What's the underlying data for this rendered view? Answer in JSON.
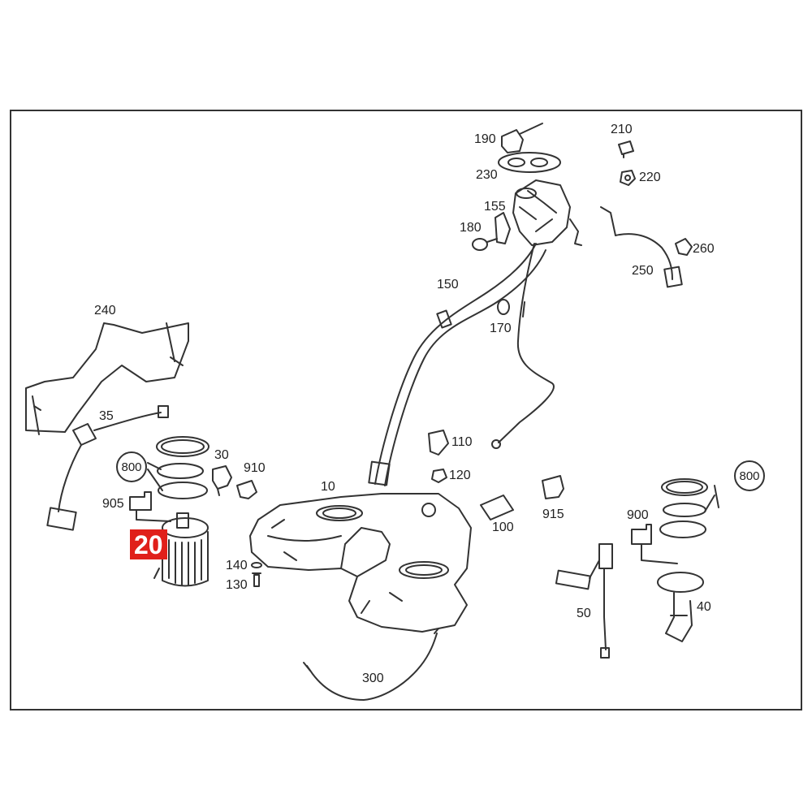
{
  "highlighted_part": "20",
  "callouts": {
    "c10": "10",
    "c30": "30",
    "c35": "35",
    "c40": "40",
    "c50": "50",
    "c100": "100",
    "c110": "110",
    "c120": "120",
    "c130": "130",
    "c140": "140",
    "c150": "150",
    "c155": "155",
    "c170": "170",
    "c180": "180",
    "c190": "190",
    "c210": "210",
    "c220": "220",
    "c230": "230",
    "c240": "240",
    "c250": "250",
    "c260": "260",
    "c300": "300",
    "c800a": "800",
    "c800b": "800",
    "c900": "900",
    "c905": "905",
    "c910": "910",
    "c915": "915"
  },
  "colors": {
    "highlight": "#e0201a",
    "line": "#333333"
  }
}
